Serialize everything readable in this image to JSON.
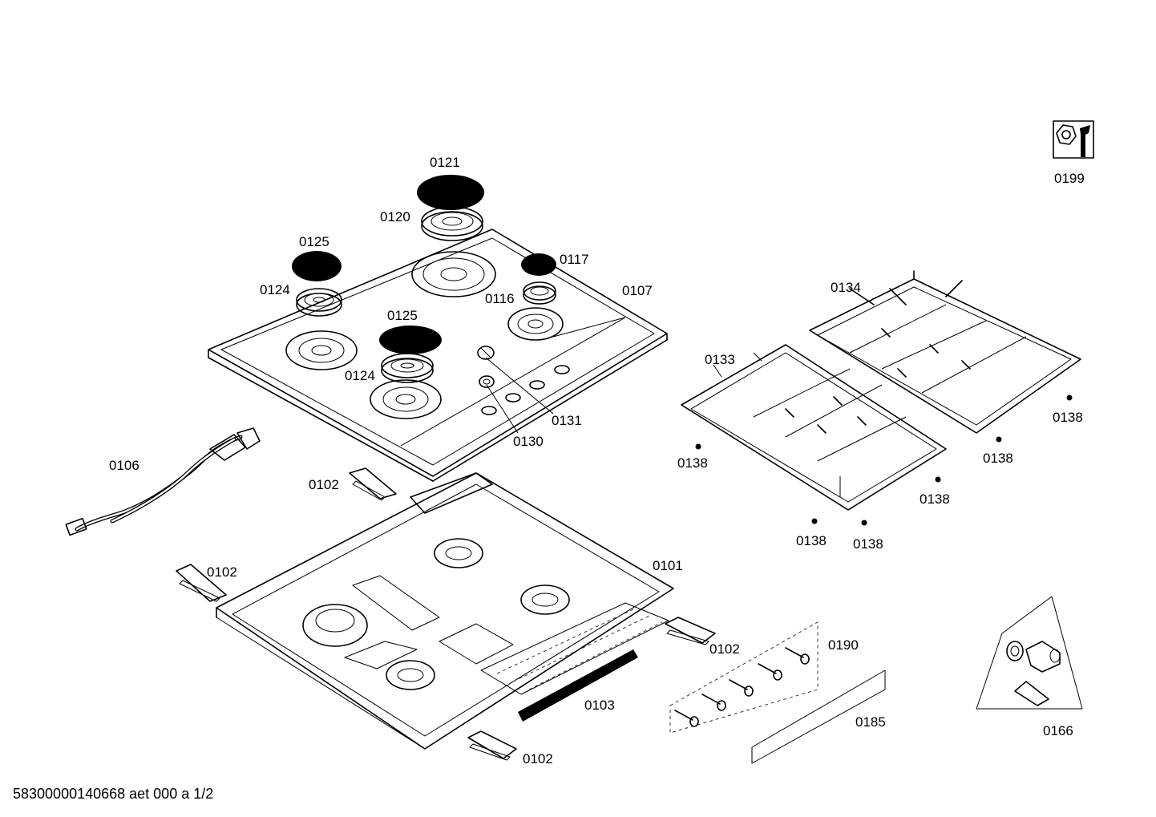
{
  "diagram": {
    "labels": {
      "p0199": "0199",
      "p0121": "0121",
      "p0120": "0120",
      "p0125a": "0125",
      "p0117": "0117",
      "p0124a": "0124",
      "p0116": "0116",
      "p0107": "0107",
      "p0125b": "0125",
      "p0124b": "0124",
      "p0131": "0131",
      "p0130": "0130",
      "p0134": "0134",
      "p0133": "0133",
      "p0138a": "0138",
      "p0138b": "0138",
      "p0138c": "0138",
      "p0138d": "0138",
      "p0138e": "0138",
      "p0138f": "0138",
      "p0106": "0106",
      "p0102a": "0102",
      "p0102b": "0102",
      "p0102c": "0102",
      "p0102d": "0102",
      "p0101": "0101",
      "p0190": "0190",
      "p0103": "0103",
      "p0185": "0185",
      "p0166": "0166"
    },
    "footer": "58300000140668 aet 000 a 1/2"
  }
}
